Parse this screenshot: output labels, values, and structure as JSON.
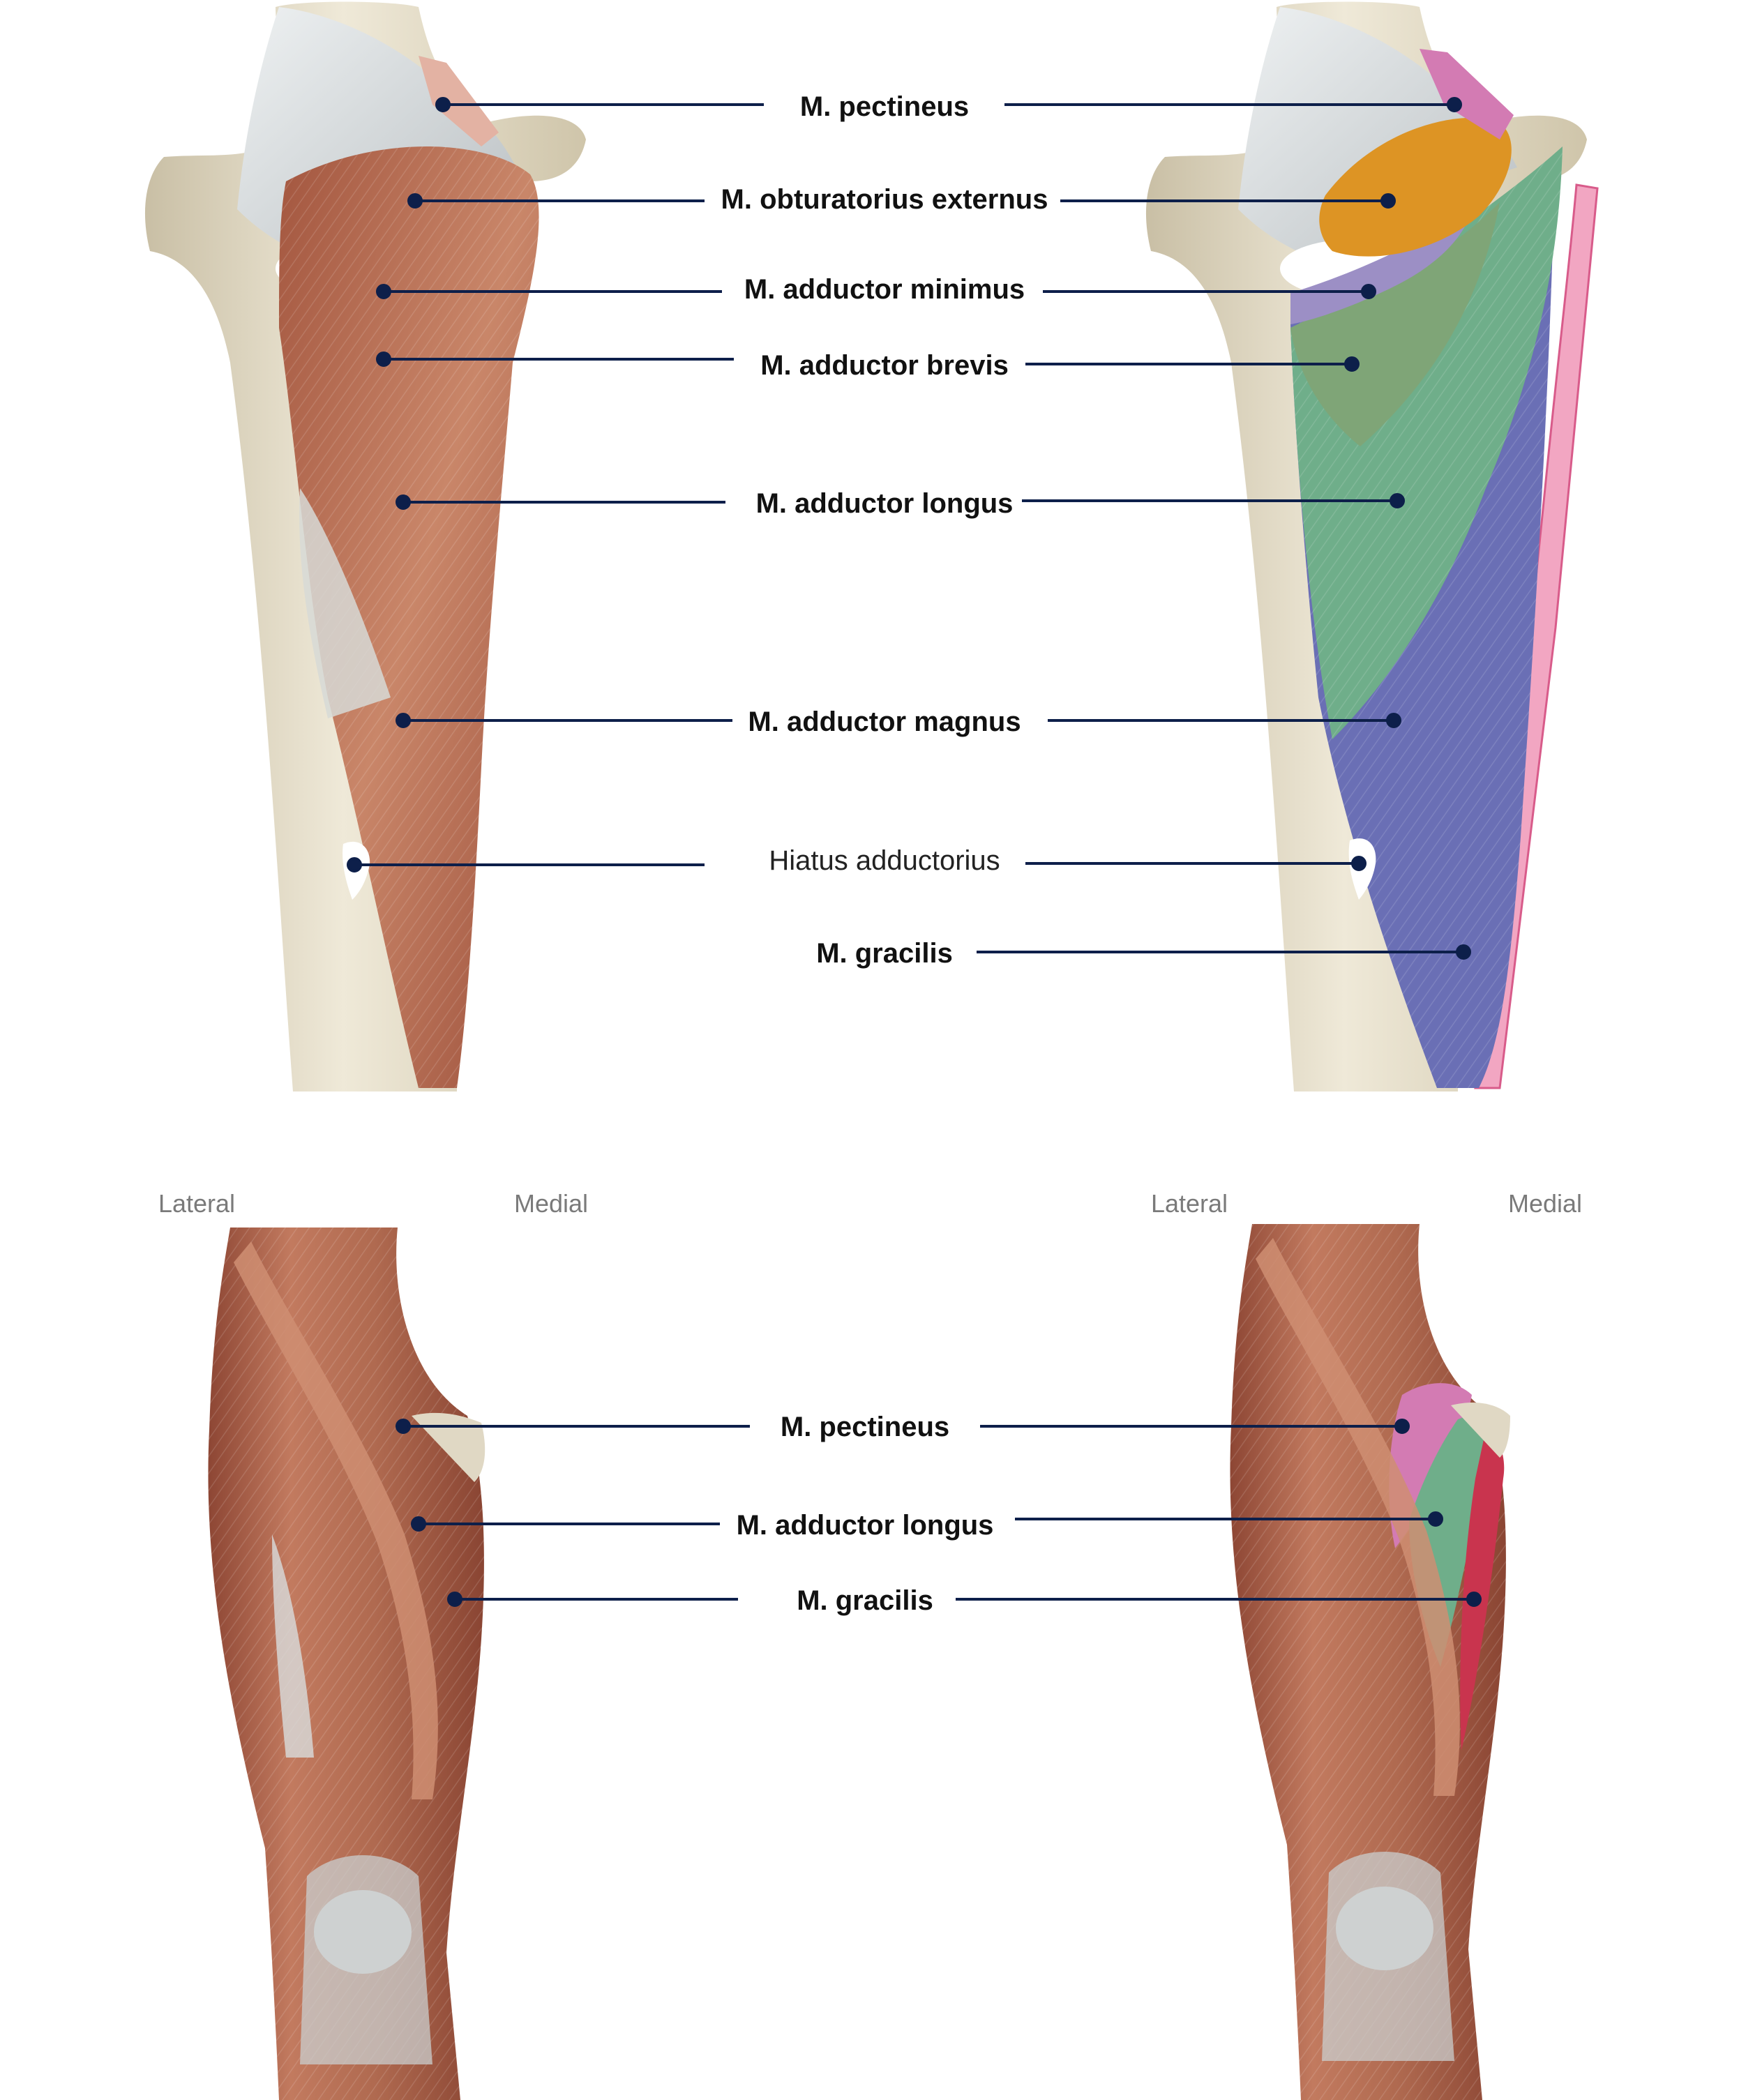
{
  "colors": {
    "leader_line": "#0d1f4a",
    "bone": "#e4dcc4",
    "ligament": "#d6dadb",
    "muscle": "#b8735c",
    "pectineus": "#d37bb3",
    "obturatorius_externus": "#dd9424",
    "adductor_minimus": "#9c8fc5",
    "adductor_brevis": "#7fa577",
    "adductor_longus": "#6fae8a",
    "adductor_magnus": "#6a6fb5",
    "gracilis": "#f2a6c2",
    "gracilis_anterior": "#c9344e"
  },
  "top_diagram": {
    "labels": [
      {
        "key": "pectineus",
        "text": "M. pectineus",
        "bold": true
      },
      {
        "key": "obturatorius_externus",
        "text": "M. obturatorius externus",
        "bold": true
      },
      {
        "key": "adductor_minimus",
        "text": "M. adductor minimus",
        "bold": true
      },
      {
        "key": "adductor_brevis",
        "text": "M. adductor brevis",
        "bold": true
      },
      {
        "key": "adductor_longus",
        "text": "M. adductor longus",
        "bold": true
      },
      {
        "key": "adductor_magnus",
        "text": "M. adductor magnus",
        "bold": true
      },
      {
        "key": "hiatus",
        "text": "Hiatus adductorius",
        "bold": false
      },
      {
        "key": "gracilis",
        "text": "M. gracilis",
        "bold": true
      }
    ]
  },
  "bottom_diagram": {
    "left_orientation": {
      "lateral": "Lateral",
      "medial": "Medial"
    },
    "right_orientation": {
      "lateral": "Lateral",
      "medial": "Medial"
    },
    "labels": [
      {
        "key": "pectineus",
        "text": "M. pectineus",
        "bold": true
      },
      {
        "key": "adductor_longus",
        "text": "M. adductor longus",
        "bold": true
      },
      {
        "key": "gracilis",
        "text": "M. gracilis",
        "bold": true
      }
    ]
  }
}
